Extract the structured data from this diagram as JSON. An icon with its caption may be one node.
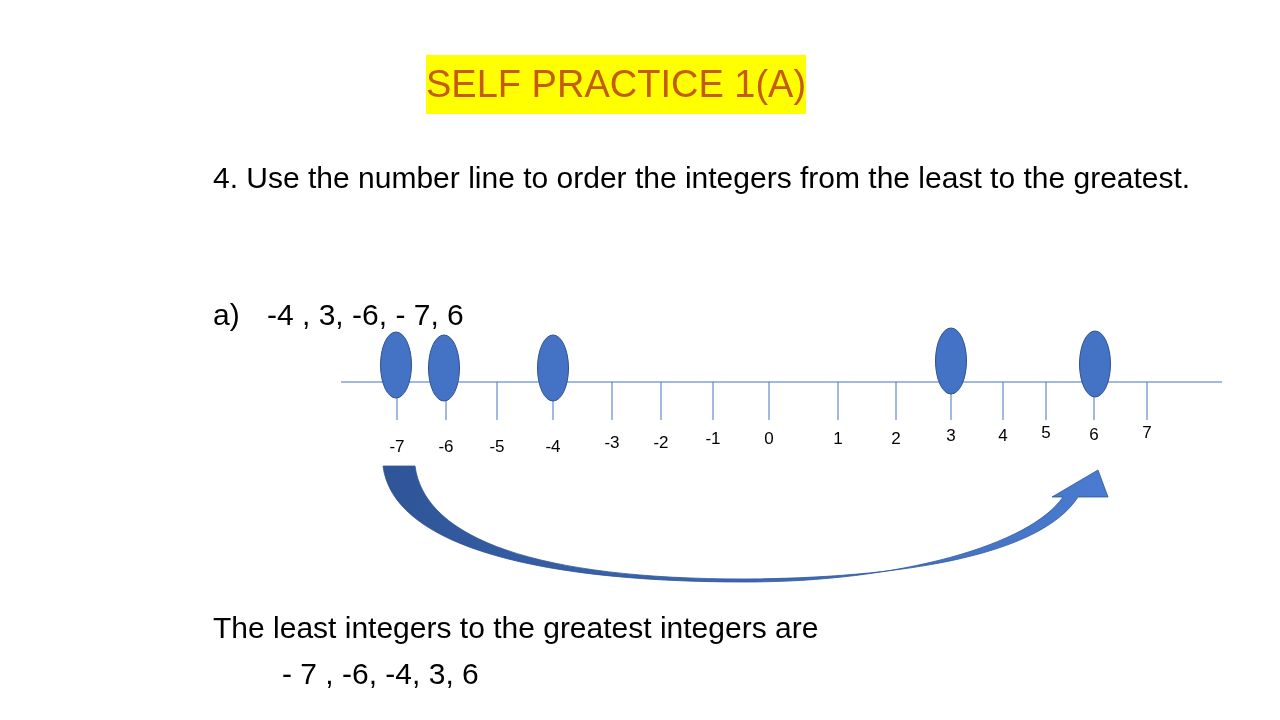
{
  "diagram": {
    "title": "SELF PRACTICE 1(A)",
    "labels": [
      "4. Use the number line to order the integers from the least to the greatest.",
      "a)",
      "-4 , 3, -6, - 7, 6",
      "-7",
      "-6",
      "-5",
      "-4",
      "-3",
      "-2",
      "-1",
      "0",
      "1",
      "2",
      "3",
      "4",
      "5",
      "6",
      "7",
      "The least integers to the greatest integers are",
      "- 7 , -6, -4, 3, 6"
    ]
  }
}
